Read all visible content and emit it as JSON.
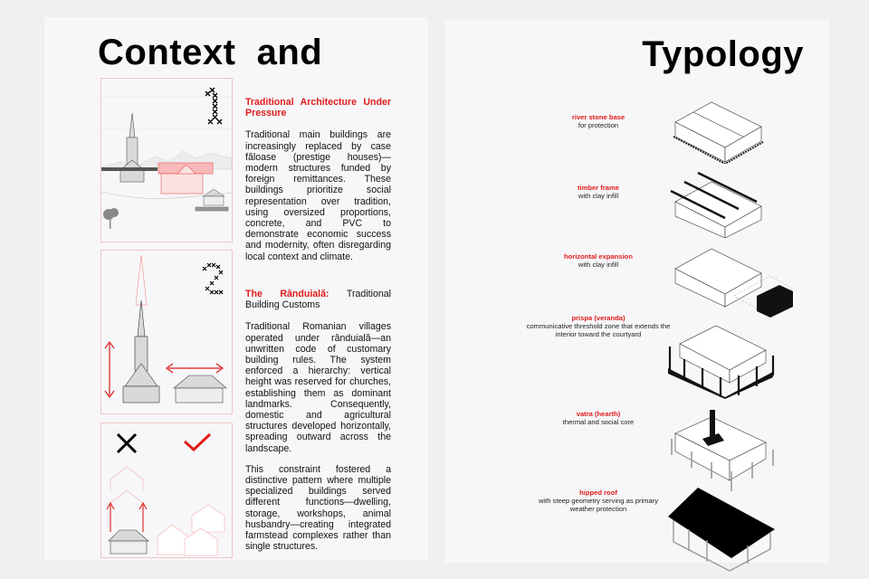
{
  "left_page": {
    "title": "Context  and",
    "panels": [
      {
        "number_glyph": "1",
        "icon": "cross-stitch-number-one-icon",
        "scene": "church-vs-modern-house-illustration"
      },
      {
        "number_glyph": "2",
        "icon": "cross-stitch-number-two-icon",
        "scene": "vertical-church-horizontal-house-illustration"
      },
      {
        "wrong_icon": "x-mark-icon",
        "right_icon": "check-mark-icon",
        "scene": "vertical-vs-horizontal-expansion-illustration"
      }
    ],
    "section1": {
      "heading": "Traditional Architecture Under Pressure",
      "body": "Traditional main buildings are increasingly replaced by case făloase (prestige houses)—modern structures funded by foreign remittances. These buildings prioritize social representation over tradition, using oversized proportions, concrete, and PVC to demonstrate economic success and modernity, often disregarding local context and climate."
    },
    "section2": {
      "heading_red": "The Rânduială:",
      "heading_black": " Traditional Building Customs",
      "body1": "Traditional Romanian villages operated under rânduială—an unwritten code of customary building rules. The system enforced a hierarchy: vertical height was reserved for churches, establishing them as dominant landmarks. Consequently, domestic and agricultural structures developed horizontally, spreading outward across the landscape.",
      "body2": "This constraint fostered a distinctive pattern where multiple specialized buildings served different functions—dwelling, storage, workshops, animal husbandry—creating integrated farmstead complexes rather than single structures."
    }
  },
  "right_page": {
    "title": "Typology",
    "layers": [
      {
        "name": "river stone base",
        "desc": "for protection"
      },
      {
        "name": "timber frame",
        "desc": "with clay infill"
      },
      {
        "name": "horizontal expansion",
        "desc": "with clay infill"
      },
      {
        "name": "prispa (veranda)",
        "desc": "communicative threshold zone that extends the interior toward the courtyard"
      },
      {
        "name": "vatra (hearth)",
        "desc": "thermal and social core"
      },
      {
        "name": "hipped roof",
        "desc": "with steep geometry serving as primary weather protection"
      }
    ]
  },
  "colors": {
    "accent": "#e01b1b",
    "page": "#f7f7f9",
    "background": "#f0f0f2",
    "panel_border": "#f2c4c4"
  }
}
